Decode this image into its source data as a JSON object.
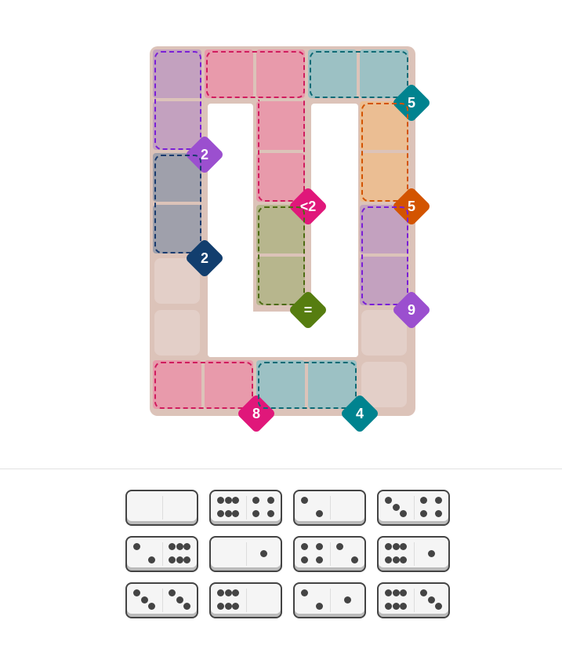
{
  "board": {
    "cells": [
      [
        0,
        0
      ],
      [
        0,
        1
      ],
      [
        0,
        2
      ],
      [
        0,
        3
      ],
      [
        0,
        4
      ],
      [
        1,
        0
      ],
      [
        1,
        2
      ],
      [
        1,
        4
      ],
      [
        2,
        0
      ],
      [
        2,
        2
      ],
      [
        2,
        4
      ],
      [
        3,
        0
      ],
      [
        3,
        2
      ],
      [
        3,
        4
      ],
      [
        4,
        0
      ],
      [
        4,
        2
      ],
      [
        4,
        4
      ],
      [
        5,
        0
      ],
      [
        5,
        4
      ],
      [
        6,
        0
      ],
      [
        6,
        1
      ],
      [
        6,
        2
      ],
      [
        6,
        3
      ],
      [
        6,
        4
      ]
    ],
    "regions": [
      {
        "cells": [
          [
            0,
            0
          ],
          [
            1,
            0
          ]
        ],
        "constraint": "2",
        "color": "#c3a1bf",
        "border": "#7a1fd6",
        "badge": "#9b4fcf"
      },
      {
        "cells": [
          [
            0,
            1
          ],
          [
            0,
            2
          ],
          [
            1,
            2
          ],
          [
            2,
            2
          ]
        ],
        "constraint": "<2",
        "color": "#e89aab",
        "border": "#d01c5e",
        "badge": "#e0177a"
      },
      {
        "cells": [
          [
            0,
            3
          ],
          [
            0,
            4
          ]
        ],
        "constraint": "5",
        "color": "#9cc1c4",
        "border": "#0e6a75",
        "badge": "#00838f"
      },
      {
        "cells": [
          [
            1,
            4
          ],
          [
            2,
            4
          ]
        ],
        "constraint": "5",
        "color": "#ebbe93",
        "border": "#d35400",
        "badge": "#d35400"
      },
      {
        "cells": [
          [
            2,
            0
          ],
          [
            3,
            0
          ]
        ],
        "constraint": "2",
        "color": "#9fa0ab",
        "border": "#1a3b6e",
        "badge": "#123e6e"
      },
      {
        "cells": [
          [
            3,
            2
          ],
          [
            4,
            2
          ]
        ],
        "constraint": "=",
        "color": "#b7b68d",
        "border": "#4d6b12",
        "badge": "#567d10"
      },
      {
        "cells": [
          [
            3,
            4
          ],
          [
            4,
            4
          ]
        ],
        "constraint": "9",
        "color": "#c3a1bf",
        "border": "#7a1fd6",
        "badge": "#9b4fcf"
      },
      {
        "cells": [
          [
            6,
            0
          ],
          [
            6,
            1
          ]
        ],
        "constraint": "8",
        "color": "#e89aab",
        "border": "#d01c5e",
        "badge": "#e0177a"
      },
      {
        "cells": [
          [
            6,
            2
          ],
          [
            6,
            3
          ]
        ],
        "constraint": "4",
        "color": "#9cc1c4",
        "border": "#0e6a75",
        "badge": "#00838f"
      }
    ]
  },
  "dominoes": [
    [
      0,
      0
    ],
    [
      6,
      4
    ],
    [
      2,
      0
    ],
    [
      3,
      4
    ],
    [
      2,
      6
    ],
    [
      0,
      1
    ],
    [
      4,
      2
    ],
    [
      6,
      1
    ],
    [
      3,
      3
    ],
    [
      6,
      0
    ],
    [
      2,
      1
    ],
    [
      6,
      3
    ]
  ]
}
